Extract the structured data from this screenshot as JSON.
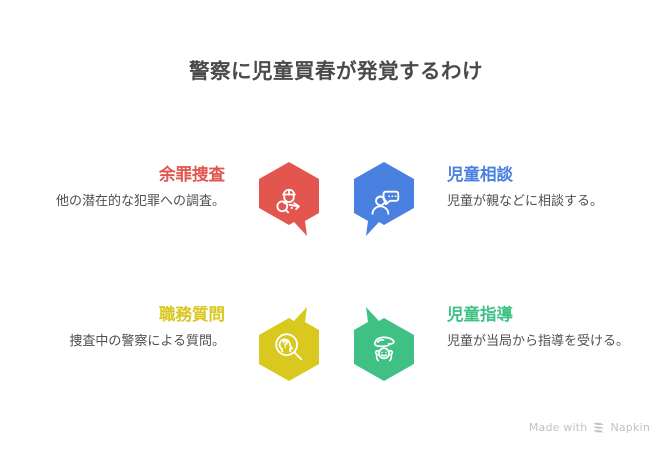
{
  "title": "警察に児童買春が発覚するわけ",
  "colors": {
    "background": "#ffffff",
    "title_text": "#4a4a4a",
    "body_text": "#4f4f4f",
    "red": "#e2564f",
    "blue": "#4a80e0",
    "yellow": "#d9c81e",
    "green": "#3fc185",
    "watermark": "#c2c2c2"
  },
  "items": [
    {
      "heading": "余罪捜査",
      "body": "他の潜在的な犯罪への調査。",
      "color": "#e2564f",
      "icon": "detective-magnifier-icon",
      "side": "left",
      "tail": "bottom-right"
    },
    {
      "heading": "児童相談",
      "body": "児童が親などに相談する。",
      "color": "#4a80e0",
      "icon": "person-speech-bubble-icon",
      "side": "right",
      "tail": "bottom-left"
    },
    {
      "heading": "職務質問",
      "body": "捜査中の警察による質問。",
      "color": "#d9c81e",
      "icon": "magnifier-head-question-icon",
      "side": "left",
      "tail": "top-right"
    },
    {
      "heading": "児童指導",
      "body": "児童が当局から指導を受ける。",
      "color": "#3fc185",
      "icon": "hand-over-child-icon",
      "side": "right",
      "tail": "top-left"
    }
  ],
  "watermark": {
    "text_before": "Made with",
    "brand": "Napkin",
    "logo": "napkin-chevron-logo"
  }
}
